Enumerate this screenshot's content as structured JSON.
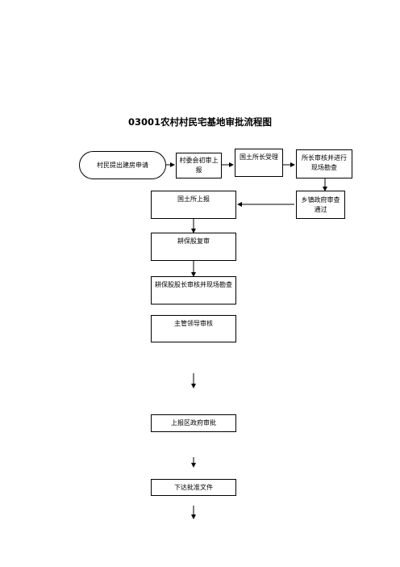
{
  "title": "03001农村村民宅基地审批流程图",
  "nodes": {
    "apply": "村民提出建房申请",
    "village_review": "村委会初审上报",
    "land_office_accept": "国土所长受理",
    "director_inspect": "所长审核并进行现场勘查",
    "town_gov_pass": "乡镇政府审查通过",
    "land_office_report": "国土所上报",
    "farmland_recheck": "耕保股复审",
    "farmland_head_inspect": "耕保股股长审核并现场勘查",
    "leader_review": "主管领导审核",
    "district_approval": "上报区政府审批",
    "issue_document": "下达批准文件"
  }
}
